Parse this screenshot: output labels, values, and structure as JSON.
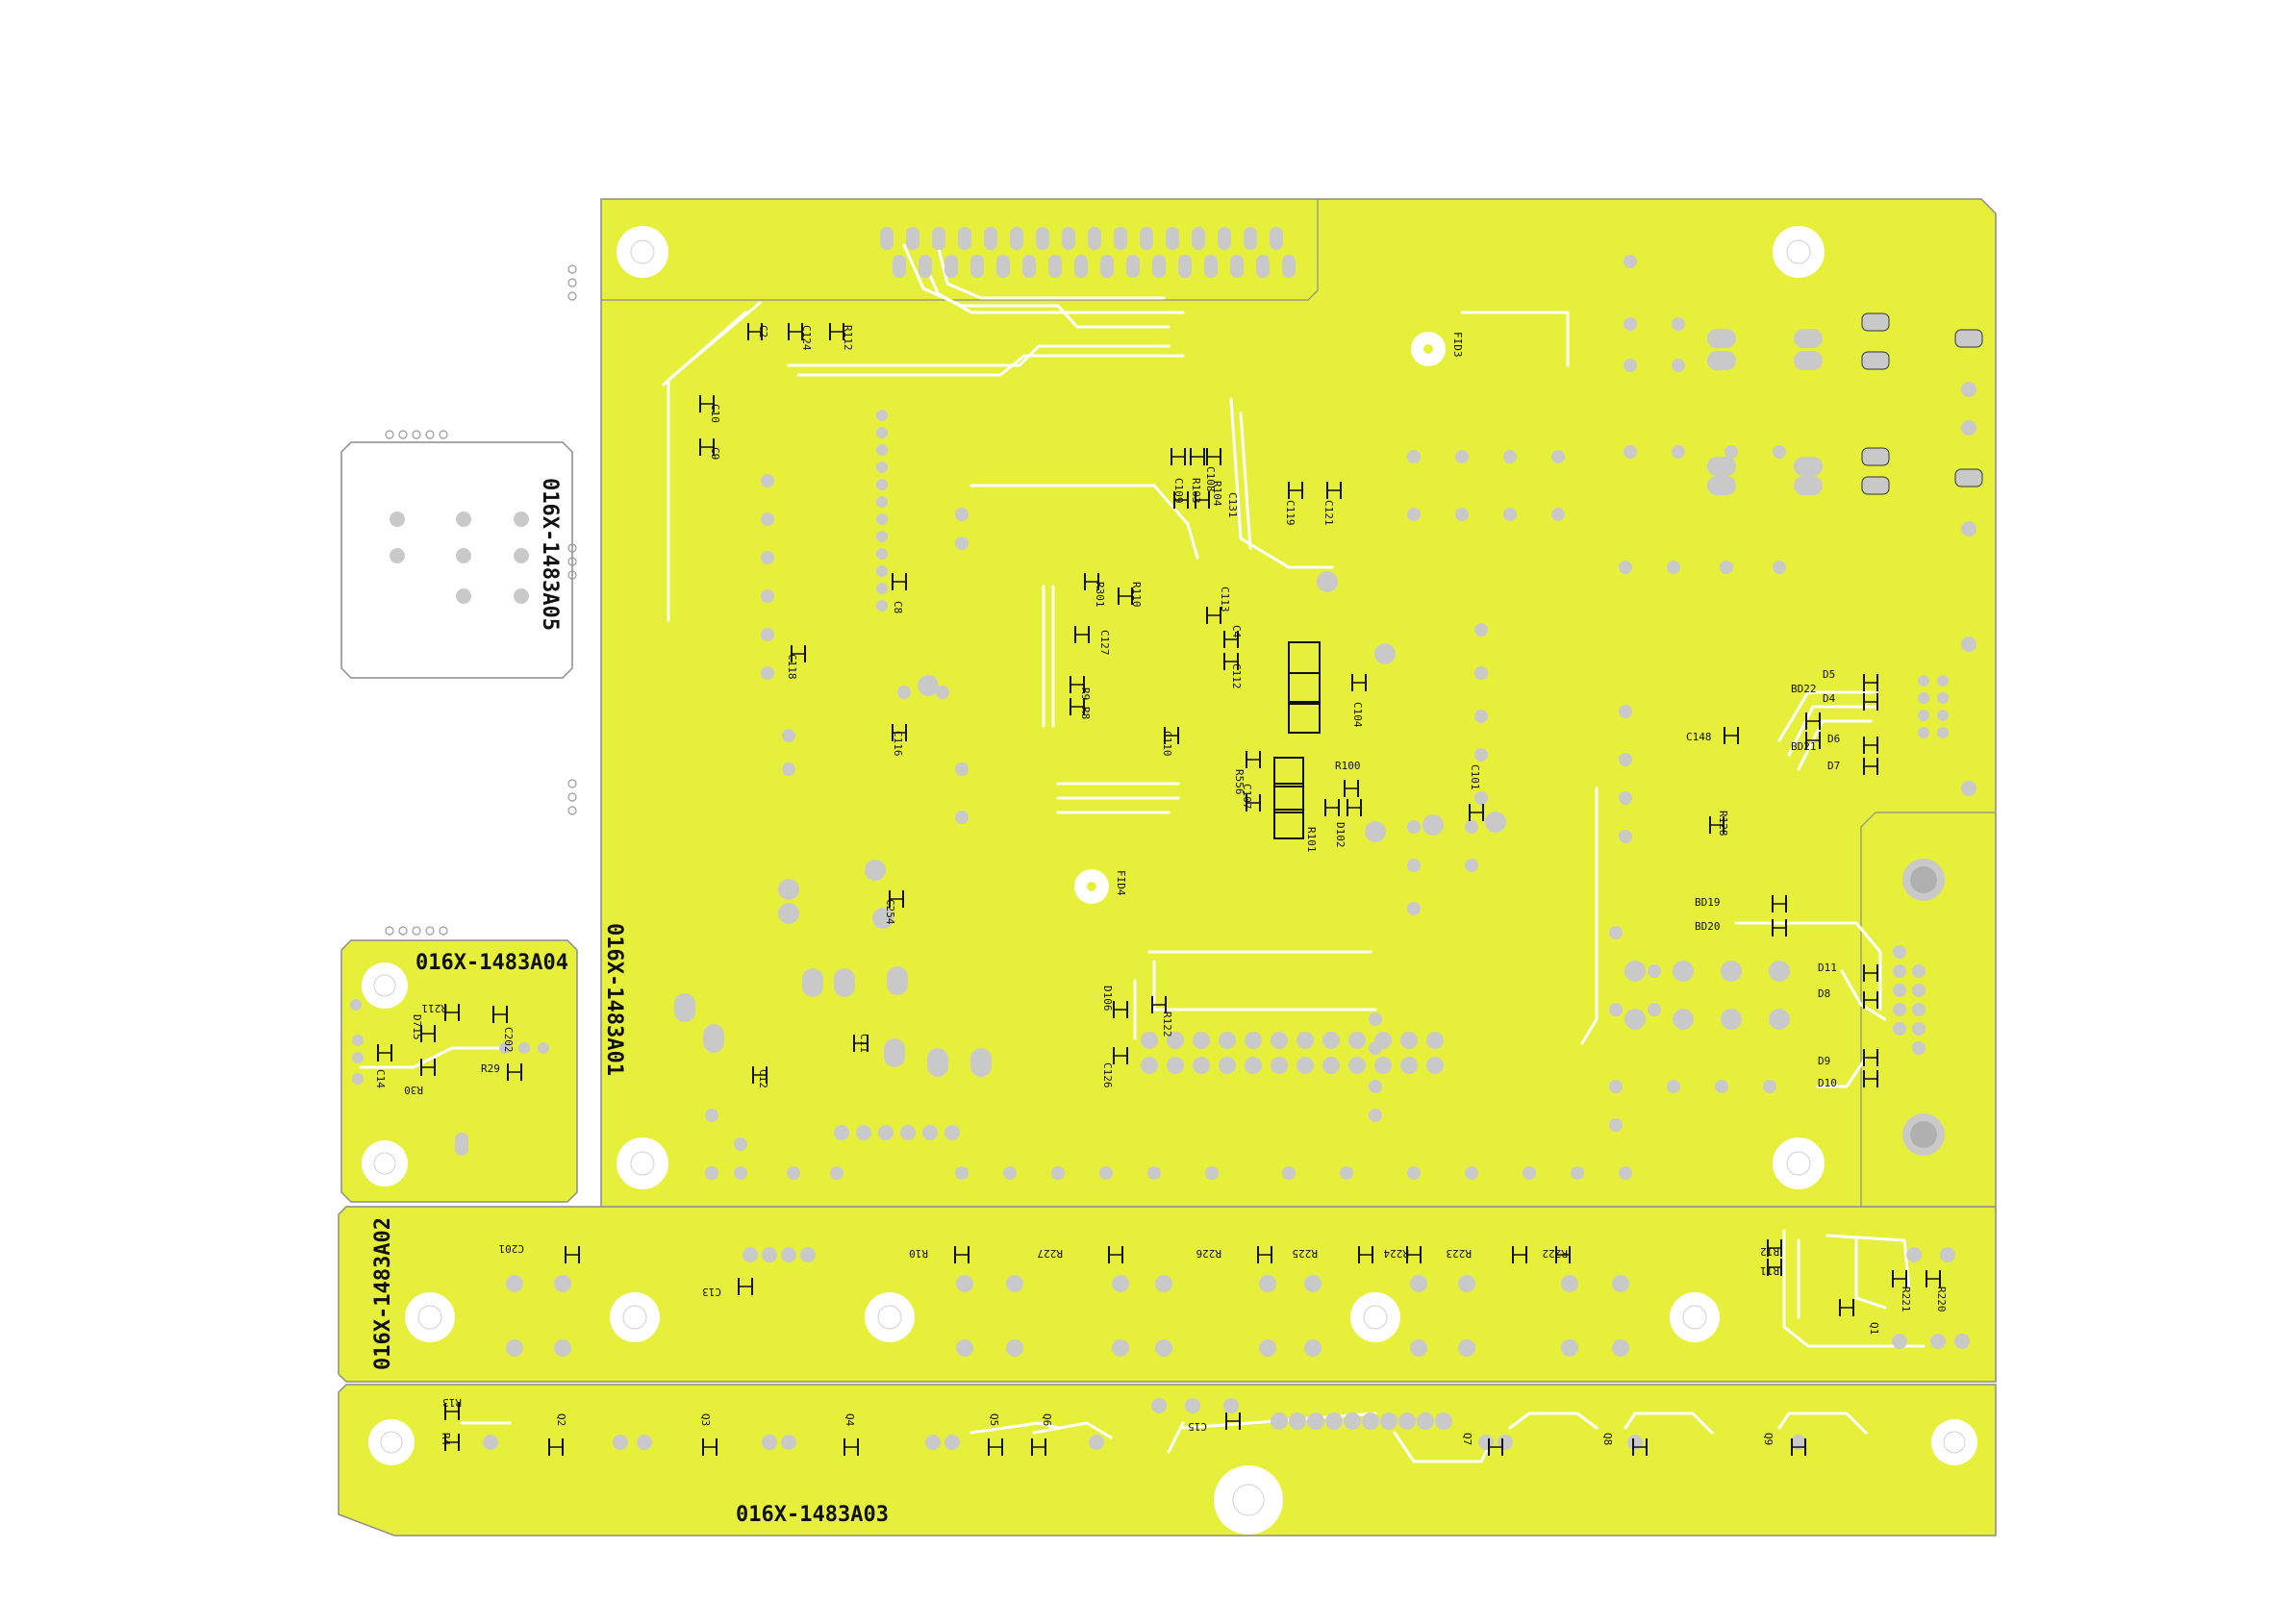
{
  "colors": {
    "board": "#e6ef3a",
    "trace": "#ffffff",
    "pad": "#c9c9c9",
    "outline": "#8c8c8c",
    "silk": "#111111"
  },
  "boards": {
    "a01": "016X-1483A01",
    "a02": "016X-1483A02",
    "a03": "016X-1483A03",
    "a04": "016X-1483A04",
    "a05": "016X-1483A05"
  },
  "fiducials": [
    "FID3",
    "FID4"
  ],
  "refs": {
    "a01": [
      "C2",
      "C124",
      "R112",
      "C10",
      "C9",
      "C8",
      "C118",
      "C116",
      "C254",
      "C11",
      "C12",
      "C108",
      "R104",
      "C131",
      "R103",
      "C109",
      "C119",
      "C121",
      "R301",
      "R110",
      "C127",
      "R9",
      "R8",
      "C113",
      "C4",
      "C112",
      "C110",
      "C104",
      "R556",
      "C107",
      "R100",
      "D102",
      "R101",
      "C101",
      "D106",
      "R122",
      "C126",
      "C148",
      "D5",
      "D4",
      "BD22",
      "D6",
      "D7",
      "BD21",
      "R128",
      "BD19",
      "BD20",
      "D11",
      "D8",
      "D9",
      "D10"
    ],
    "a02": [
      "C201",
      "C13",
      "R10",
      "R227",
      "R226",
      "R225",
      "R224",
      "R223",
      "R222",
      "R12",
      "R11",
      "R220",
      "R221",
      "Q1"
    ],
    "a03": [
      "R13",
      "R4",
      "Q2",
      "Q3",
      "Q4",
      "Q5",
      "Q6",
      "C15",
      "Q7",
      "Q8",
      "Q9"
    ],
    "a04": [
      "R211",
      "D715",
      "C202",
      "C14",
      "R30",
      "R29"
    ]
  }
}
